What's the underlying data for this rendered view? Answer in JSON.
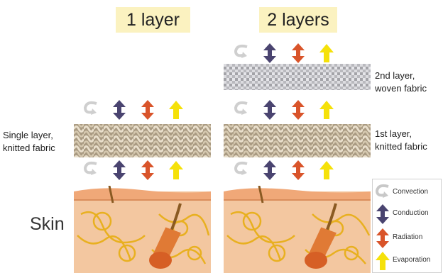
{
  "titles": {
    "one_layer": "1 layer",
    "two_layers": "2 layers"
  },
  "labels": {
    "single_layer_line1": "Single layer,",
    "single_layer_line2": "knitted fabric",
    "first_layer_line1": "1st layer,",
    "first_layer_line2": "knitted fabric",
    "second_layer_line1": "2nd layer,",
    "second_layer_line2": "woven fabric",
    "skin": "Skin"
  },
  "legend": [
    {
      "icon": "convection-icon",
      "label": "Convection"
    },
    {
      "icon": "conduction-icon",
      "label": "Conduction"
    },
    {
      "icon": "radiation-icon",
      "label": "Radiation"
    },
    {
      "icon": "evaporation-icon",
      "label": "Evaporation"
    }
  ],
  "colors": {
    "title_bg": "#fbf2c0",
    "conduction": "#4a4470",
    "radiation": "#d9542a",
    "evaporation": "#f5e10a",
    "convection": "#cfcfcf",
    "knit": "#b8a890",
    "woven": "#b4b4b8",
    "skin": "#f2b488"
  }
}
